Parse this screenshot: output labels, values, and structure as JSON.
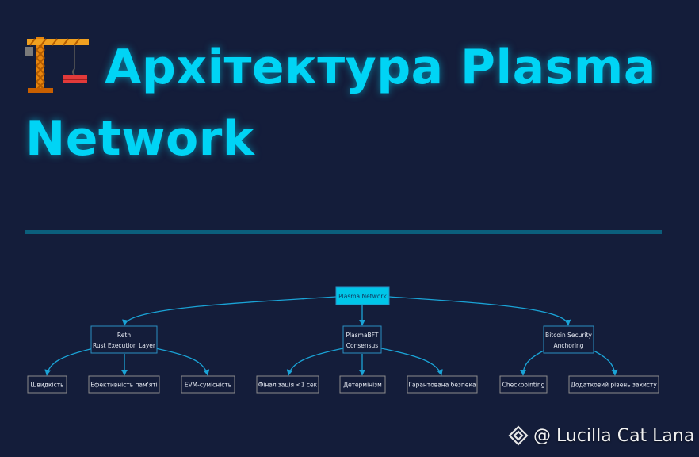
{
  "title": {
    "icon": "construction-crane-icon",
    "line1": "Архітектура Plasma",
    "line2": "Network"
  },
  "diagram": {
    "root": "Plasma Network",
    "branches": [
      {
        "lines": [
          "Reth",
          "Rust Execution Layer"
        ],
        "children": [
          "Швидкість",
          "Ефективність пам'яті",
          "EVM-сумісність"
        ]
      },
      {
        "lines": [
          "PlasmaBFT",
          "Consensus"
        ],
        "children": [
          "Фіналізація <1 сек",
          "Детермінізм",
          "Гарантована безпека"
        ]
      },
      {
        "lines": [
          "Bitcoin Security",
          "Anchoring"
        ],
        "children": [
          "Checkpointing",
          "Додатковий рівень захисту"
        ]
      }
    ]
  },
  "watermark": {
    "icon": "binance-square-icon",
    "text": "@ Lucilla Cat Lana"
  },
  "colors": {
    "background": "#141d3a",
    "accent": "#00d4f5",
    "edge": "#1aa3d6",
    "node_border": "#2a8ec2",
    "leaf_border": "#8c8c8c",
    "divider": "#0b5f7c"
  }
}
